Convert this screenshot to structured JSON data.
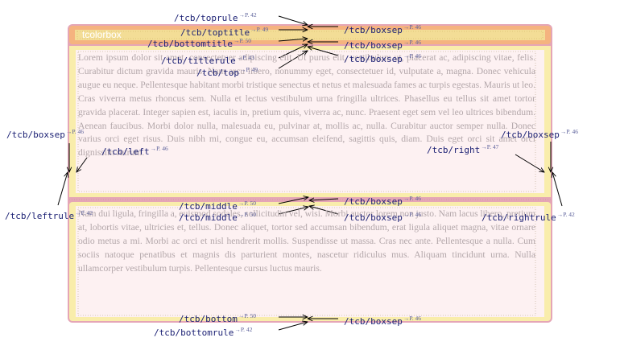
{
  "box": {
    "title": "tcolorbox",
    "upper_text": "Lorem ipsum dolor sit amet, consectetuer adipiscing elit. Ut purus elit, vestibulum ut, placerat ac, adipiscing vitae, felis. Curabitur dictum gravida mauris. Nam arcu libero, nonummy eget, consectetuer id, vulputate a, magna. Donec vehicula augue eu neque. Pellentesque habitant morbi tristique senectus et netus et malesuada fames ac turpis egestas. Mauris ut leo. Cras viverra metus rhoncus sem. Nulla et lectus vestibulum urna fringilla ultrices. Phasellus eu tellus sit amet tortor gravida placerat. Integer sapien est, iaculis in, pretium quis, viverra ac, nunc. Praesent eget sem vel leo ultrices bibendum. Aenean faucibus. Morbi dolor nulla, malesuada eu, pulvinar at, mollis ac, nulla. Curabitur auctor semper nulla. Donec varius orci eget risus. Duis nibh mi, congue eu, accumsan eleifend, sagittis quis, diam. Duis eget orci sit amet orci dignissim rutrum.",
    "lower_text": "Nam dui ligula, fringilla a, euismod sodales, sollicitudin vel, wisi. Morbi auctor lorem non justo. Nam lacus libero, pretium at, lobortis vitae, ultricies et, tellus. Donec aliquet, tortor sed accumsan bibendum, erat ligula aliquet magna, vitae ornare odio metus a mi. Morbi ac orci et nisl hendrerit mollis. Suspendisse ut massa. Cras nec ante. Pellentesque a nulla. Cum sociis natoque penatibus et magnis dis parturient montes, nascetur ridiculus mus. Aliquam tincidunt urna. Nulla ullamcorper vestibulum turpis. Pellentesque cursus luctus mauris."
  },
  "colors": {
    "frame": "#e5a6b6",
    "title_bar": "#f5b37f",
    "back": "#fdf1f2",
    "sep": "#f4eca0",
    "label": "#1a1f73"
  },
  "labels": {
    "toprule": {
      "name": "/tcb/toprule",
      "ref": "P. 42"
    },
    "toptitle": {
      "name": "/tcb/toptitle",
      "ref": "P. 49"
    },
    "bottomtitle": {
      "name": "/tcb/bottomtitle",
      "ref": "P. 50"
    },
    "titlerule": {
      "name": "/tcb/titlerule",
      "ref": "P. 43"
    },
    "top": {
      "name": "/tcb/top",
      "ref": "P. 49"
    },
    "boxsep_t1": {
      "name": "/tcb/boxsep",
      "ref": "P. 46"
    },
    "boxsep_t2": {
      "name": "/tcb/boxsep",
      "ref": "P. 46"
    },
    "boxsep_t3": {
      "name": "/tcb/boxsep",
      "ref": "P. 46"
    },
    "boxsep_left": {
      "name": "/tcb/boxsep",
      "ref": "P. 46"
    },
    "left": {
      "name": "/tcb/left",
      "ref": "P. 46"
    },
    "right": {
      "name": "/tcb/right",
      "ref": "P. 47"
    },
    "boxsep_right": {
      "name": "/tcb/boxsep",
      "ref": "P. 46"
    },
    "leftrule": {
      "name": "/tcb/leftrule",
      "ref": "P. 42"
    },
    "middle1": {
      "name": "/tcb/middle",
      "ref": "P. 50"
    },
    "middle2": {
      "name": "/tcb/middle",
      "ref": "P. 50"
    },
    "boxsep_m1": {
      "name": "/tcb/boxsep",
      "ref": "P. 46"
    },
    "boxsep_m2": {
      "name": "/tcb/boxsep",
      "ref": "P. 46"
    },
    "rightrule": {
      "name": "/tcb/rightrule",
      "ref": "P. 42"
    },
    "bottom": {
      "name": "/tcb/bottom",
      "ref": "P. 50"
    },
    "bottomrule": {
      "name": "/tcb/bottomrule",
      "ref": "P. 42"
    },
    "boxsep_b": {
      "name": "/tcb/boxsep",
      "ref": "P. 46"
    }
  }
}
